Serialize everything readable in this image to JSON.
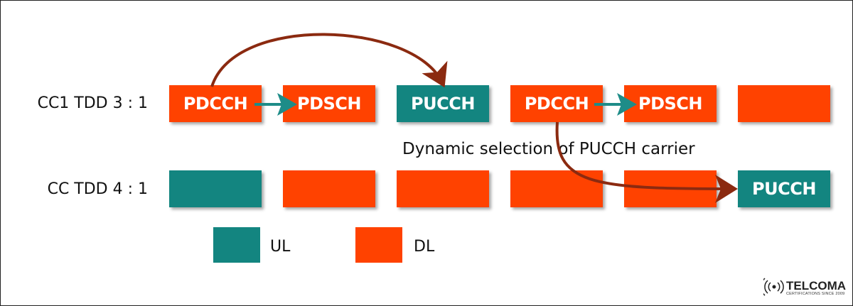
{
  "rows": {
    "cc1_label": "CC1 TDD 3 : 1",
    "cc2_label": "CC TDD 4 : 1"
  },
  "cc1_blocks": [
    {
      "type": "DL",
      "text": "PDCCH"
    },
    {
      "type": "DL",
      "text": "PDSCH"
    },
    {
      "type": "UL",
      "text": "PUCCH"
    },
    {
      "type": "DL",
      "text": "PDCCH"
    },
    {
      "type": "DL",
      "text": "PDSCH"
    },
    {
      "type": "DL",
      "text": ""
    }
  ],
  "cc2_blocks": [
    {
      "type": "UL",
      "text": ""
    },
    {
      "type": "DL",
      "text": ""
    },
    {
      "type": "DL",
      "text": ""
    },
    {
      "type": "DL",
      "text": ""
    },
    {
      "type": "DL",
      "text": ""
    },
    {
      "type": "UL",
      "text": "PUCCH"
    }
  ],
  "caption": "Dynamic selection of PUCCH carrier",
  "legend": {
    "ul_label": "UL",
    "dl_label": "DL"
  },
  "logo": {
    "name": "TELCOMA",
    "tagline": "CERTIFICATIONS SINCE 2009"
  },
  "colors": {
    "dl": "#ff4200",
    "ul": "#138580",
    "arrow_curved": "#8b2a10",
    "arrow_straight": "#1e8c88"
  }
}
